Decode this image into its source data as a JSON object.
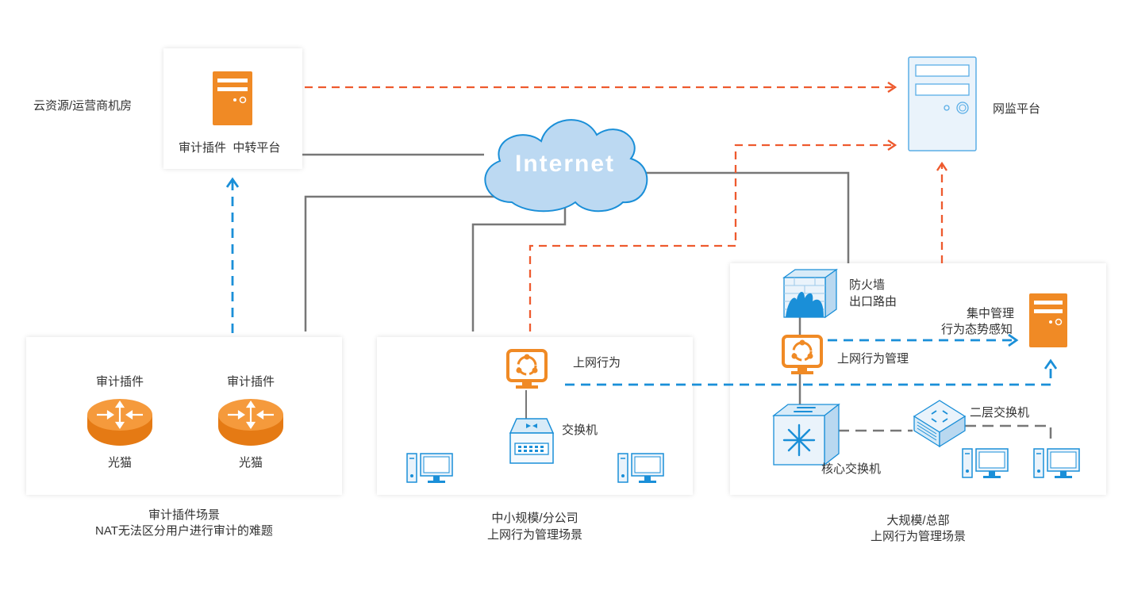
{
  "colors": {
    "orange": "#f08a25",
    "red_dashed": "#ee5a2e",
    "blue_dashed": "#1a8fd8",
    "gray_line": "#777777",
    "server_light": "#eaf3fb",
    "cloud": "#bcd9f2"
  },
  "icons": {
    "relay_server": "server-icon",
    "monitor_server": "server-icon",
    "cloud": "cloud-icon",
    "modem": "router-icon",
    "behavior_device": "behavior-management-icon",
    "access_switch": "switch-icon",
    "firewall": "firewall-icon",
    "core_switch": "core-switch-icon",
    "pc": "desktop-pc-icon"
  },
  "cloud_room": {
    "label": "云资源/运营商机房",
    "server_label": "审计插件  中转平台"
  },
  "internet": {
    "label": "Internet"
  },
  "monitor_platform": {
    "label": "网监平台"
  },
  "plugin_scene": {
    "left_device": {
      "top_label": "审计插件",
      "bottom_label": "光猫"
    },
    "right_device": {
      "top_label": "审计插件",
      "bottom_label": "光猫"
    },
    "caption_line1": "审计插件场景",
    "caption_line2": "NAT无法区分用户进行审计的难题"
  },
  "branch_scene": {
    "behavior_label": "上网行为",
    "switch_label": "交换机",
    "caption_line1": "中小规模/分公司",
    "caption_line2": "上网行为管理场景"
  },
  "hq_scene": {
    "firewall_line1": "防火墙",
    "firewall_line2": "出口路由",
    "central_line1": "集中管理",
    "central_line2": "行为态势感知",
    "behavior_label": "上网行为管理",
    "l2_switch_label": "二层交换机",
    "core_switch_label": "核心交换机",
    "caption_line1": "大规模/总部",
    "caption_line2": "上网行为管理场景"
  }
}
